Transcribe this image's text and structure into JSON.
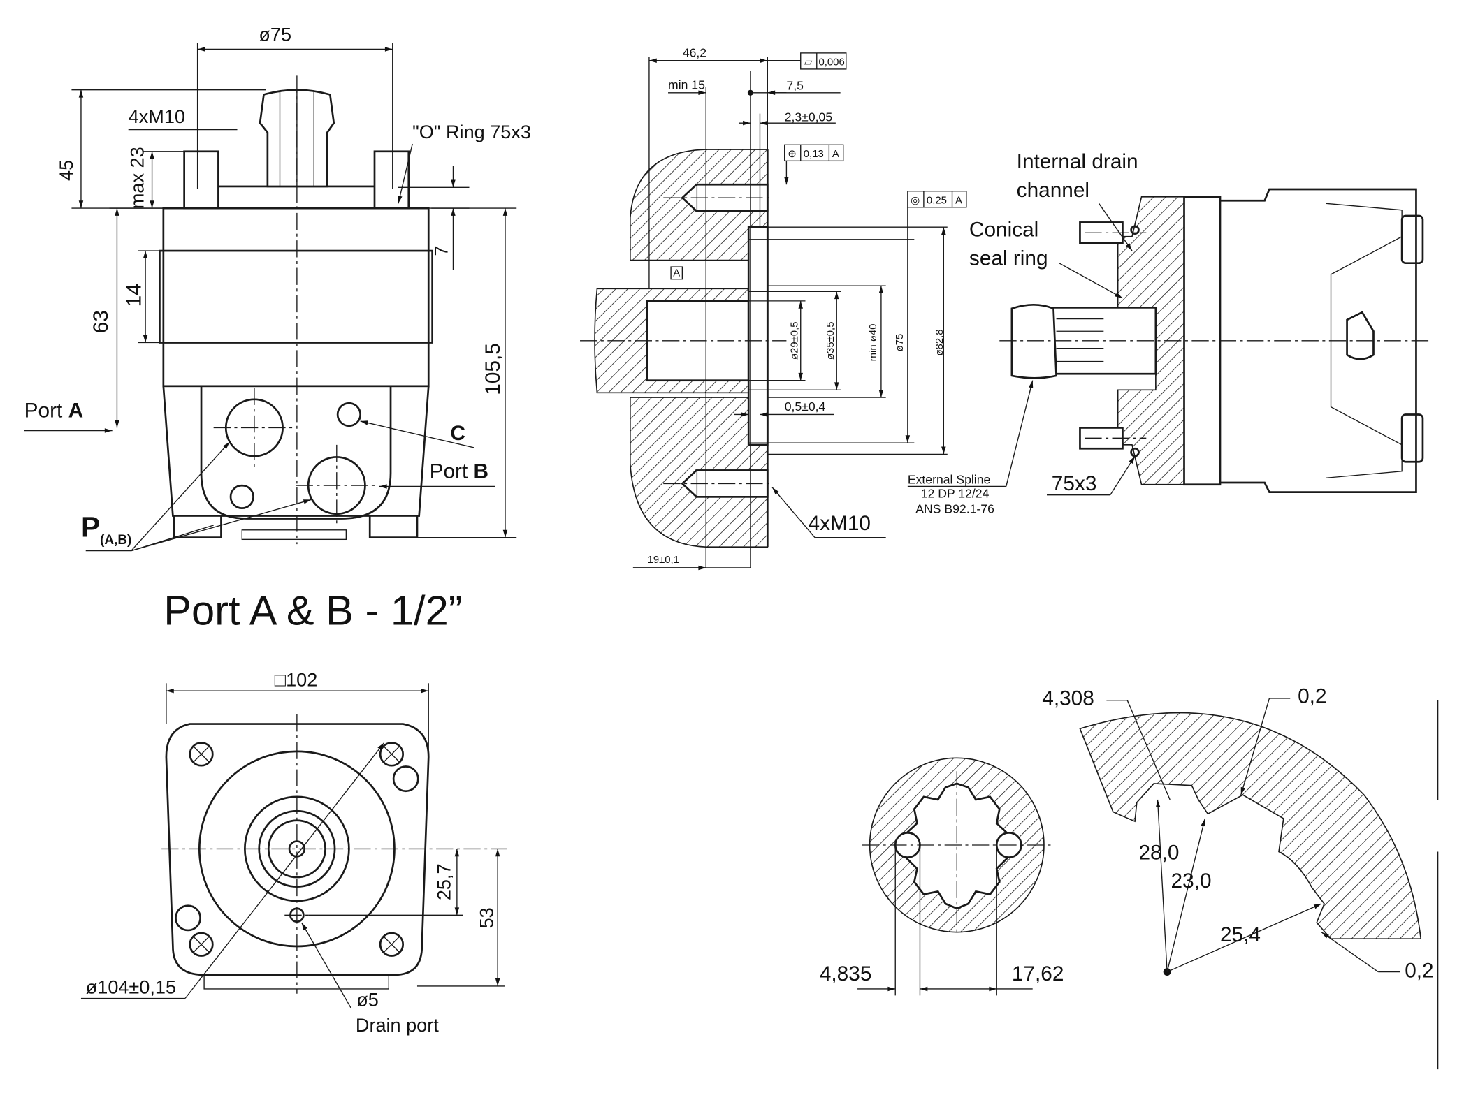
{
  "title": "Port A & B - 1/2”",
  "side_view": {
    "dim_shaft_flange": "ø75",
    "dim_height_45": "45",
    "dim_max23": "max 23",
    "thread_label": "4xM10",
    "o_ring": "\"O\" Ring 75x3",
    "dim_7": "7",
    "dim_14": "14",
    "dim_63": "63",
    "dim_105_5": "105,5",
    "port_a_prefix": "Port ",
    "port_a_letter": "A",
    "port_b_prefix": "Port ",
    "port_b_letter": "B",
    "port_c": "C",
    "p_label": "P",
    "p_sub": "(A,B)"
  },
  "section_view": {
    "dim_46_2": "46,2",
    "flatness": "0,006",
    "min15": "min 15",
    "dim_7_5": "7,5",
    "dim_2_3": "2,3±0,05",
    "position_tol": "0,13",
    "datum_a": "A",
    "concentricity_tol": "0,25",
    "d29": "ø29±0,5",
    "d35": "ø35±0,5",
    "d40": "min ø40",
    "d75": "ø75",
    "d82_8": "ø82,8",
    "dim_0_5": "0,5±0,4",
    "dim_19": "19±0,1",
    "thread_label": "4xM10"
  },
  "motor_view": {
    "internal_drain_1": "Internal drain",
    "internal_drain_2": "channel",
    "conical_1": "Conical",
    "conical_2": "seal ring",
    "spline_1": "External Spline",
    "spline_2": "12 DP 12/24",
    "spline_3": "ANS B92.1-76",
    "ring": "75x3"
  },
  "front_view": {
    "square": "□102",
    "dim_25_7": "25,7",
    "dim_53": "53",
    "bolt_circle": "ø104±0,15",
    "drain_dia": "ø5",
    "drain_label": "Drain port"
  },
  "spline_detail": {
    "dim_4_835": "4,835",
    "dim_17_62": "17,62"
  },
  "tooth_detail": {
    "dim_4_308": "4,308",
    "dim_0_2_top": "0,2",
    "dim_28": "28,0",
    "dim_23": "23,0",
    "dim_25_4": "25,4",
    "dim_0_2_bottom": "0,2"
  }
}
